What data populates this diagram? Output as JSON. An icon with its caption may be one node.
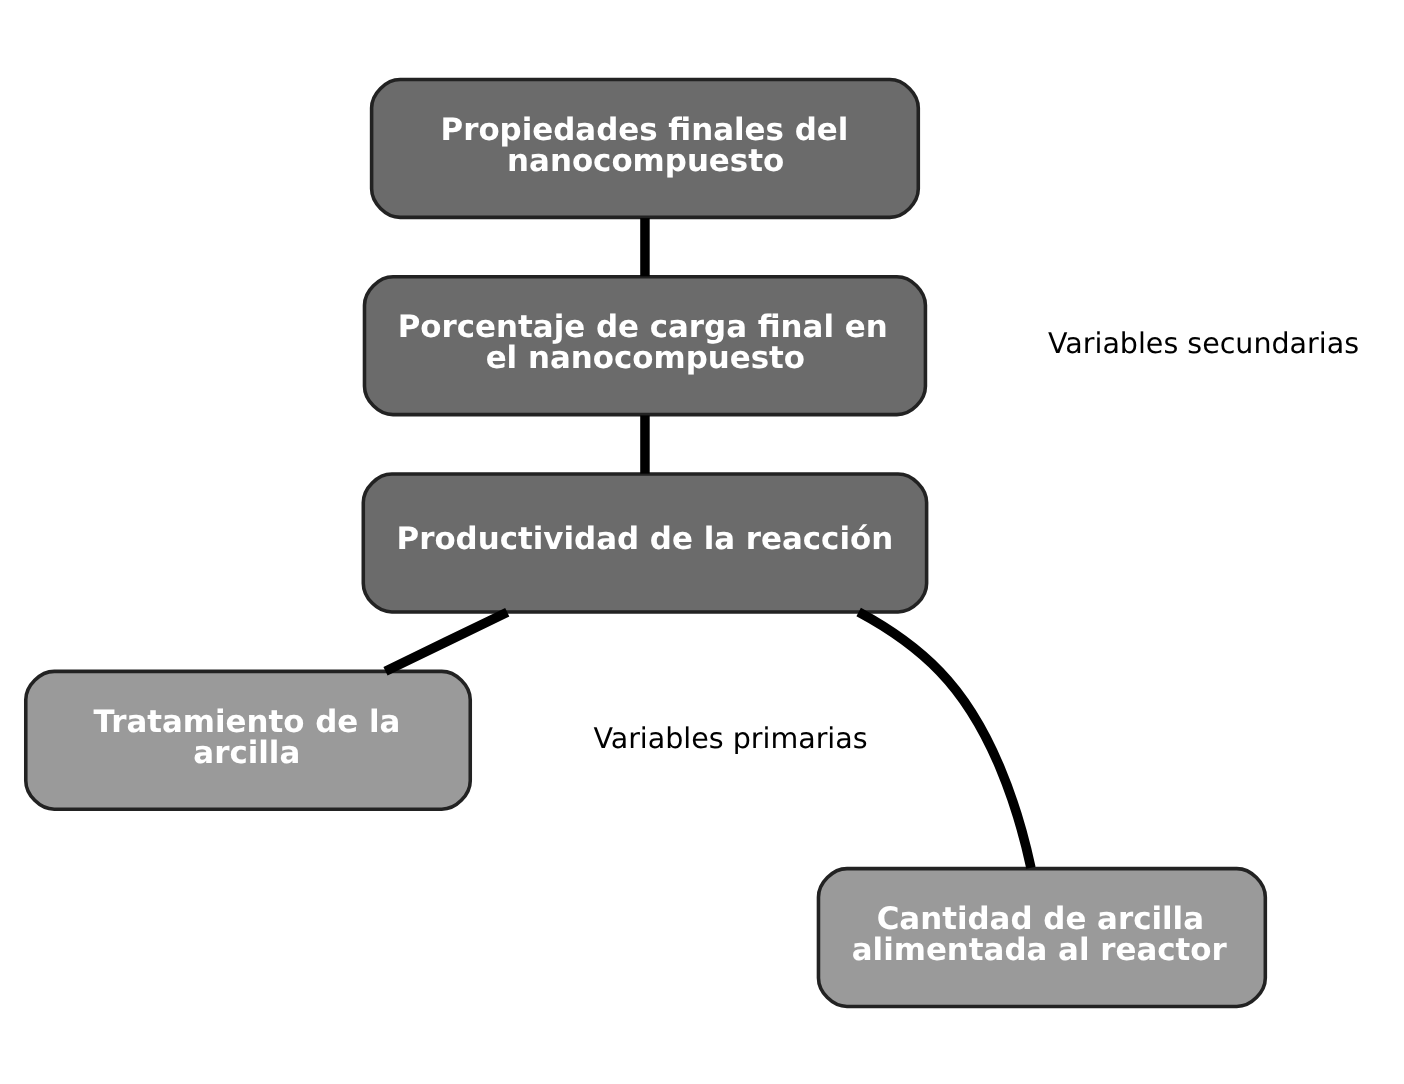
{
  "diagram": {
    "nodes": [
      {
        "text": [
          "Propiedades finales del nanocompuesto"
        ]
      },
      {
        "text": [
          "Porcentaje de carga final en el nanocompuesto"
        ]
      },
      {
        "text": [
          "Productividad de la reacción"
        ]
      },
      {
        "text": [
          "Tratamiento de la arcilla"
        ]
      },
      {
        "text": [
          "Cantidad de arcilla alimentada al reactor"
        ]
      }
    ],
    "edges": [
      {
        "from": 0,
        "to": 1,
        "arrow": "none"
      },
      {
        "from": 1,
        "to": 2,
        "arrow": "none"
      },
      {
        "from": 2,
        "to": 3,
        "arrow": "none"
      },
      {
        "from": 2,
        "to": 4,
        "arrow": "none"
      }
    ],
    "labels": [
      "Variables secundarias",
      "Variables primarias"
    ]
  }
}
